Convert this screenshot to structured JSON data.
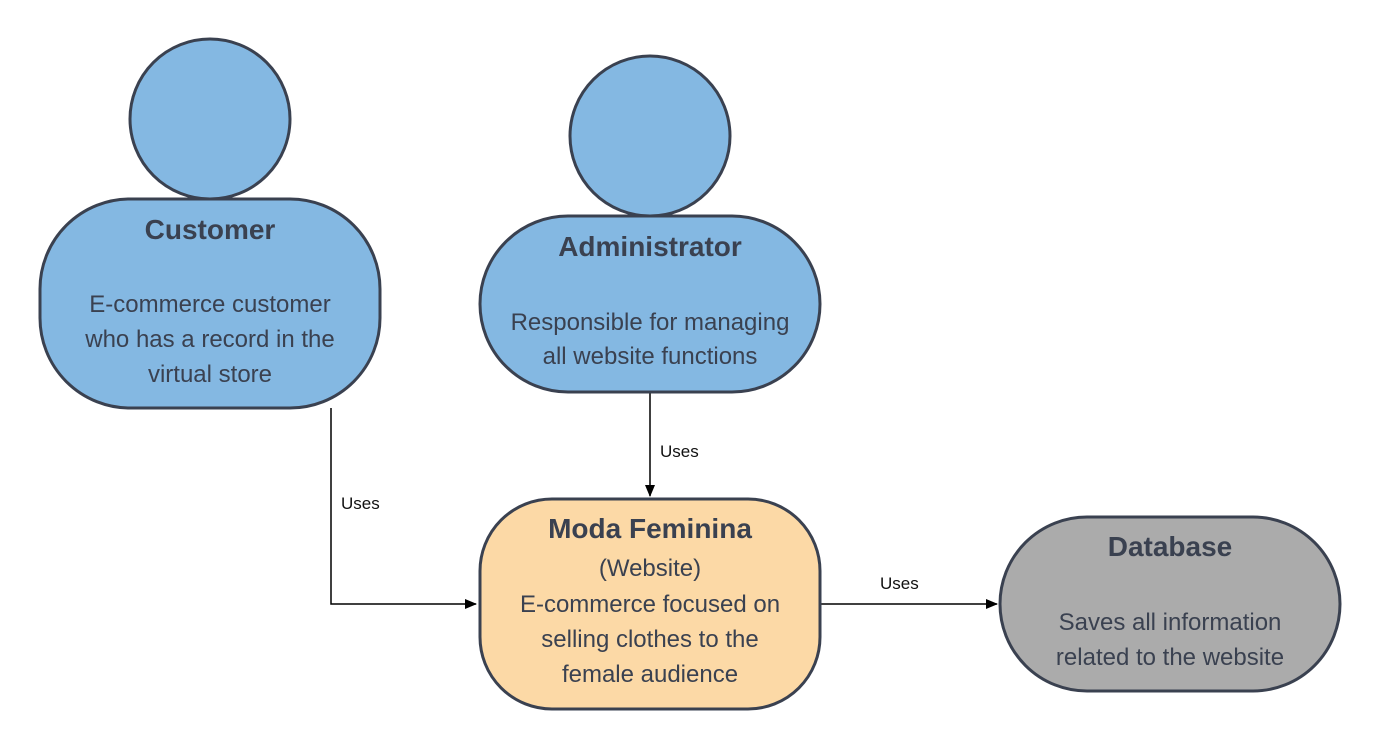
{
  "colors": {
    "actor_fill": "#84b8e2",
    "website_fill": "#fcd9a6",
    "database_fill": "#ababab",
    "stroke": "#3a4150",
    "edge": "#000000"
  },
  "nodes": {
    "customer": {
      "title": "Customer",
      "lines": [
        "E-commerce customer",
        "who has a record in the",
        "virtual store"
      ]
    },
    "administrator": {
      "title": "Administrator",
      "lines": [
        "Responsible for managing",
        "all website functions"
      ]
    },
    "website": {
      "title": "Moda Feminina",
      "subtitle": "(Website)",
      "lines": [
        "E-commerce focused on",
        "selling clothes to the",
        "female audience"
      ]
    },
    "database": {
      "title": "Database",
      "lines": [
        "Saves all information",
        "related to the website"
      ]
    }
  },
  "edges": {
    "customer_to_website": "Uses",
    "administrator_to_website": "Uses",
    "website_to_database": "Uses"
  }
}
